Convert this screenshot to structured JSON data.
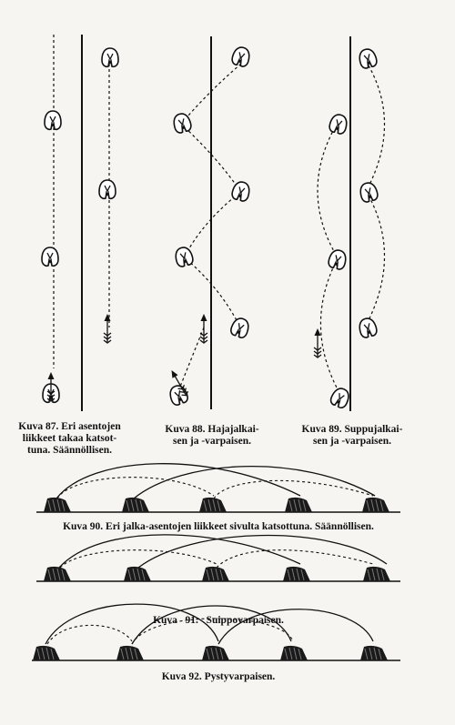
{
  "captions": {
    "fig87": [
      "Kuva 87. Eri asentojen",
      "liikkeet takaa katsot-",
      "tuna. Säännöllisen."
    ],
    "fig88": [
      "Kuva 88. Hajajalkai-",
      "sen ja -varpaisen."
    ],
    "fig89": [
      "Kuva 89. Suppujalkai-",
      "sen ja -varpaisen."
    ],
    "fig90": "Kuva 90. Eri jalka-asentojen liikkeet sivulta katsottuna. Säännöllisen.",
    "fig91": "Kuva   91.   Suippovarpaisen.",
    "fig92": "Kuva 92. Pystyvarpaisen."
  }
}
